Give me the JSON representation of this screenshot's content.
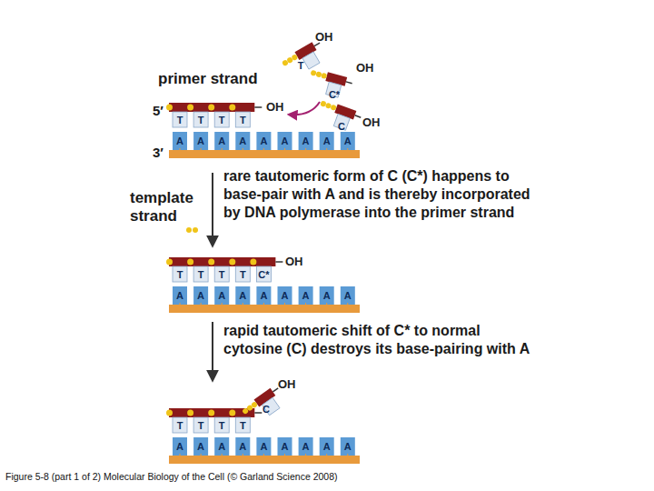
{
  "diagram": {
    "caption": "Figure 5-8 (part 1 of 2) Molecular Biology of the Cell (© Garland Science 2008)",
    "labels": [
      "primer strand",
      "5′",
      "OH",
      "OH",
      "T",
      "OH",
      "C*",
      "C",
      "OH",
      "3′",
      "T",
      "T",
      "T",
      "T",
      "A",
      "A",
      "A",
      "A",
      "A",
      "A",
      "A",
      "A",
      "A",
      "template strand",
      "rare tautomeric form of C (C*) happens to base-pair with A and is thereby incorporated by DNA polymerase into the primer strand",
      "T",
      "T",
      "T",
      "T",
      "C*",
      "OH",
      "A",
      "A",
      "A",
      "A",
      "A",
      "A",
      "A",
      "A",
      "A",
      "rapid tautomeric shift of C* to normal cytosine (C) destroys its base-pairing with A",
      "T",
      "T",
      "T",
      "T",
      "C",
      "OH",
      "A",
      "A",
      "A",
      "A",
      "A",
      "A",
      "A",
      "A",
      "A"
    ]
  }
}
